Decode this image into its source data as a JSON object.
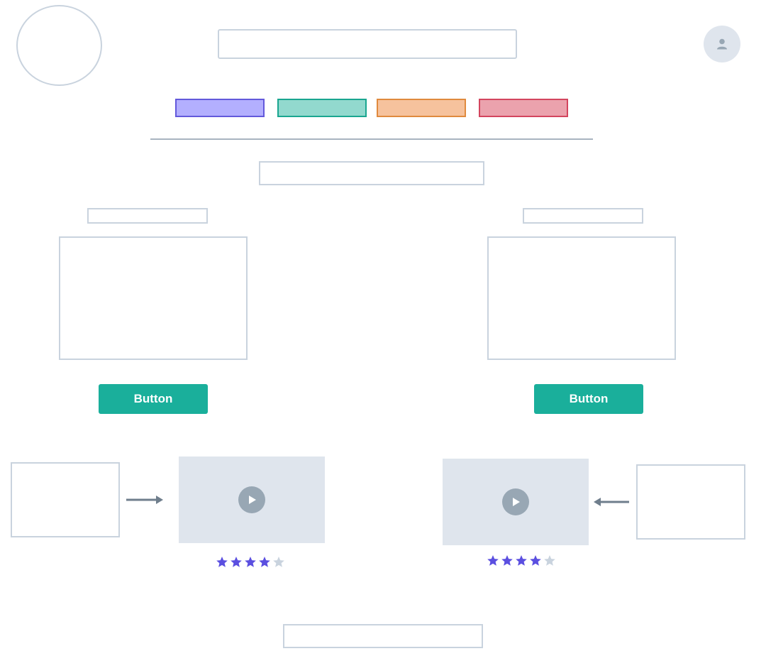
{
  "colors": {
    "placeholder_border": "#c9d3de",
    "divider": "#a8b4c0",
    "button_bg": "#1aaf9b",
    "button_text": "#ffffff",
    "media_bg": "#dfe5ed",
    "icon_gray": "#98a7b4",
    "arrow": "#6f7e8c",
    "star_filled": "#5b4fe0",
    "star_empty": "#c9d3de",
    "tags": [
      {
        "fill": "#b3affe",
        "border": "#6359db"
      },
      {
        "fill": "#92d9ce",
        "border": "#1aa690"
      },
      {
        "fill": "#f6c29d",
        "border": "#e08a3e"
      },
      {
        "fill": "#eba2ad",
        "border": "#d3455e"
      }
    ]
  },
  "header": {
    "avatar_icon": "user-icon"
  },
  "columns": {
    "left": {
      "button_label": "Button"
    },
    "right": {
      "button_label": "Button"
    }
  },
  "media": {
    "left": {
      "play_icon": "play-icon",
      "arrow_icon": "arrow-right-icon",
      "rating": 4,
      "rating_max": 5
    },
    "right": {
      "play_icon": "play-icon",
      "arrow_icon": "arrow-left-icon",
      "rating": 4,
      "rating_max": 5
    }
  }
}
